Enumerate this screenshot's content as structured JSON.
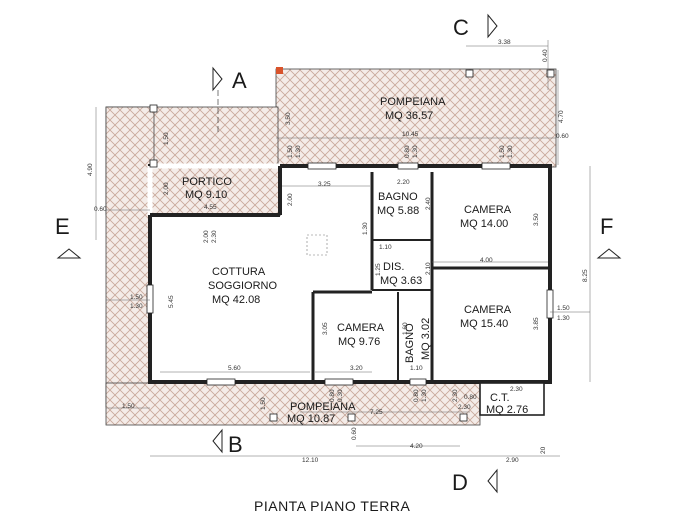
{
  "title": "PIANTA PIANO TERRA",
  "colors": {
    "hatch": "#c8a89a",
    "wall": "#222222",
    "marker": "#d9532b"
  },
  "section_markers": {
    "a": "A",
    "b": "B",
    "c": "C",
    "d": "D",
    "e": "E",
    "f": "F"
  },
  "rooms": {
    "pompeiana_top": {
      "name": "POMPEIANA",
      "area": "MQ 36.57"
    },
    "portico": {
      "name": "PORTICO",
      "area": "MQ 9.10"
    },
    "bagno1": {
      "name": "BAGNO",
      "area": "MQ 5.88"
    },
    "camera1": {
      "name": "CAMERA",
      "area": "MQ 14.00"
    },
    "soggiorno": {
      "name1": "COTTURA",
      "name2": "SOGGIORNO",
      "area": "MQ 42.08"
    },
    "dis": {
      "name": "DIS.",
      "area": "MQ 3.63"
    },
    "camera2": {
      "name": "CAMERA",
      "area": "MQ 15.40"
    },
    "camera3": {
      "name": "CAMERA",
      "area": "MQ 9.76"
    },
    "bagno2": {
      "name": "BAGNO",
      "area": "MQ 3.02"
    },
    "pompeiana_bottom": {
      "name": "POMPEIANA",
      "area": "MQ 10.87"
    },
    "ct": {
      "name": "C.T.",
      "area": "MQ 2.76"
    }
  },
  "dimensions": {
    "d338": "3.38",
    "d040": "0.40",
    "d470": "4.70",
    "d060a": "0.60",
    "d1045": "10.45",
    "d350a": "3.50",
    "d150a": "1.50",
    "d130a": "1.30",
    "d080a": "0.80",
    "d130b": "1.30",
    "d150b": "1.50",
    "d130c": "1.30",
    "d150c": "1.50",
    "d490": "4.90",
    "d060b": "0.60",
    "d200a": "2.00",
    "d455": "4.55",
    "d325": "3.25",
    "d200b": "2.00",
    "d220": "2.20",
    "d240": "2.40",
    "d350b": "3.50",
    "d200c": "2.00",
    "d230a": "2.30",
    "d130d": "1.30",
    "d110a": "1.10",
    "d400": "4.00",
    "d825": "8.25",
    "d150d": "1.50",
    "d130e": "1.30",
    "d545": "5.45",
    "d210": "2.10",
    "d125": "1.25",
    "d150e": "1.50",
    "d130f": "1.30",
    "d305": "3.05",
    "d385": "3.85",
    "d160": "1.60",
    "d560": "5.60",
    "d320": "3.20",
    "d110b": "1.10",
    "d150f": "1.50",
    "d150g": "1.50",
    "d080b": "0.80",
    "d130g": "1.30",
    "d080c": "0.80",
    "d030": "0.30",
    "d230b": "2.30",
    "d725": "7.25",
    "d060c": "0.60",
    "d230c": "2.30",
    "d080d": "0.80",
    "d230d": "2.30",
    "d420": "4.20",
    "d1210": "12.10",
    "d290": "2.90",
    "d020": "20"
  }
}
